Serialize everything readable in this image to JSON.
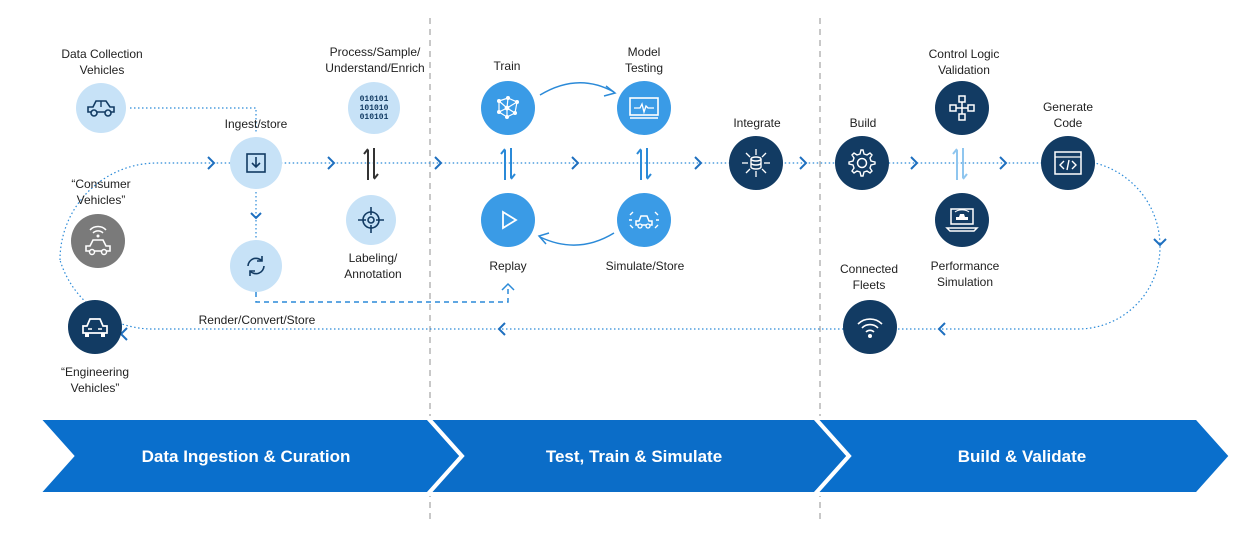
{
  "nodes": {
    "data_collection": {
      "label": "Data Collection\nVehicles",
      "icon": "car-icon"
    },
    "ingest": {
      "label": "Ingest/store",
      "icon": "download-box-icon"
    },
    "refresh": {
      "icon": "refresh-icon"
    },
    "process": {
      "label": "Process/Sample/\nUnderstand/Enrich",
      "binary": "010101\n101010\n010101",
      "icon": "binary-data-icon"
    },
    "labeling": {
      "label": "Labeling/\nAnnotation",
      "icon": "crosshair-icon"
    },
    "consumer": {
      "label": "“Consumer\nVehicles”",
      "icon": "connected-car-icon"
    },
    "engineering": {
      "label": "“Engineering\nVehicles”",
      "icon": "car-icon"
    },
    "render": {
      "label": "Render/Convert/Store"
    },
    "train": {
      "label": "Train",
      "icon": "neural-network-icon"
    },
    "model_testing": {
      "label": "Model\nTesting",
      "icon": "monitor-waveform-icon"
    },
    "replay": {
      "label": "Replay",
      "icon": "play-icon"
    },
    "simulate": {
      "label": "Simulate/Store",
      "icon": "simulated-car-icon"
    },
    "integrate": {
      "label": "Integrate",
      "icon": "database-hub-icon"
    },
    "build": {
      "label": "Build",
      "icon": "gear-icon"
    },
    "control_logic": {
      "label": "Control Logic\nValidation",
      "icon": "hierarchy-icon"
    },
    "generate_code": {
      "label": "Generate\nCode",
      "icon": "code-window-icon"
    },
    "performance": {
      "label": "Performance\nSimulation",
      "icon": "laptop-car-icon"
    },
    "fleets": {
      "label": "Connected\nFleets",
      "icon": "wifi-icon"
    }
  },
  "phases": [
    {
      "label": "Data Ingestion & Curation"
    },
    {
      "label": "Test, Train & Simulate"
    },
    {
      "label": "Build & Validate"
    }
  ],
  "colors": {
    "light": "#c7e2f7",
    "mid": "#3a9be6",
    "dark": "#123b63",
    "gray": "#7a7a7a",
    "banner": "#0a6fcc",
    "flow": "#2b8ad8"
  }
}
